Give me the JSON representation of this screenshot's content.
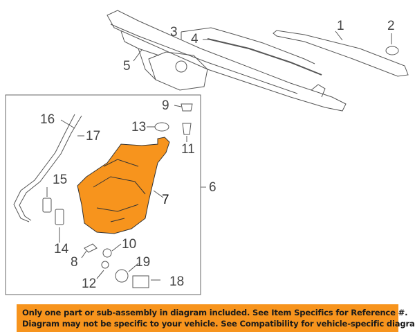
{
  "diagram": {
    "title": "Windshield washer reservoir assembly",
    "highlight_color": "#f7941d",
    "callouts": [
      "1",
      "2",
      "3",
      "4",
      "5",
      "6",
      "7",
      "8",
      "9",
      "10",
      "11",
      "12",
      "13",
      "14",
      "15",
      "16",
      "17",
      "18",
      "19"
    ]
  },
  "banner": {
    "line1": "Only one part or sub-assembly in diagram included. See Item Specifics for Reference #.",
    "line2": "Diagram may not be specific to your vehicle. See Compatibility for vehicle-specific diagrams.",
    "background": "#f7941d"
  }
}
